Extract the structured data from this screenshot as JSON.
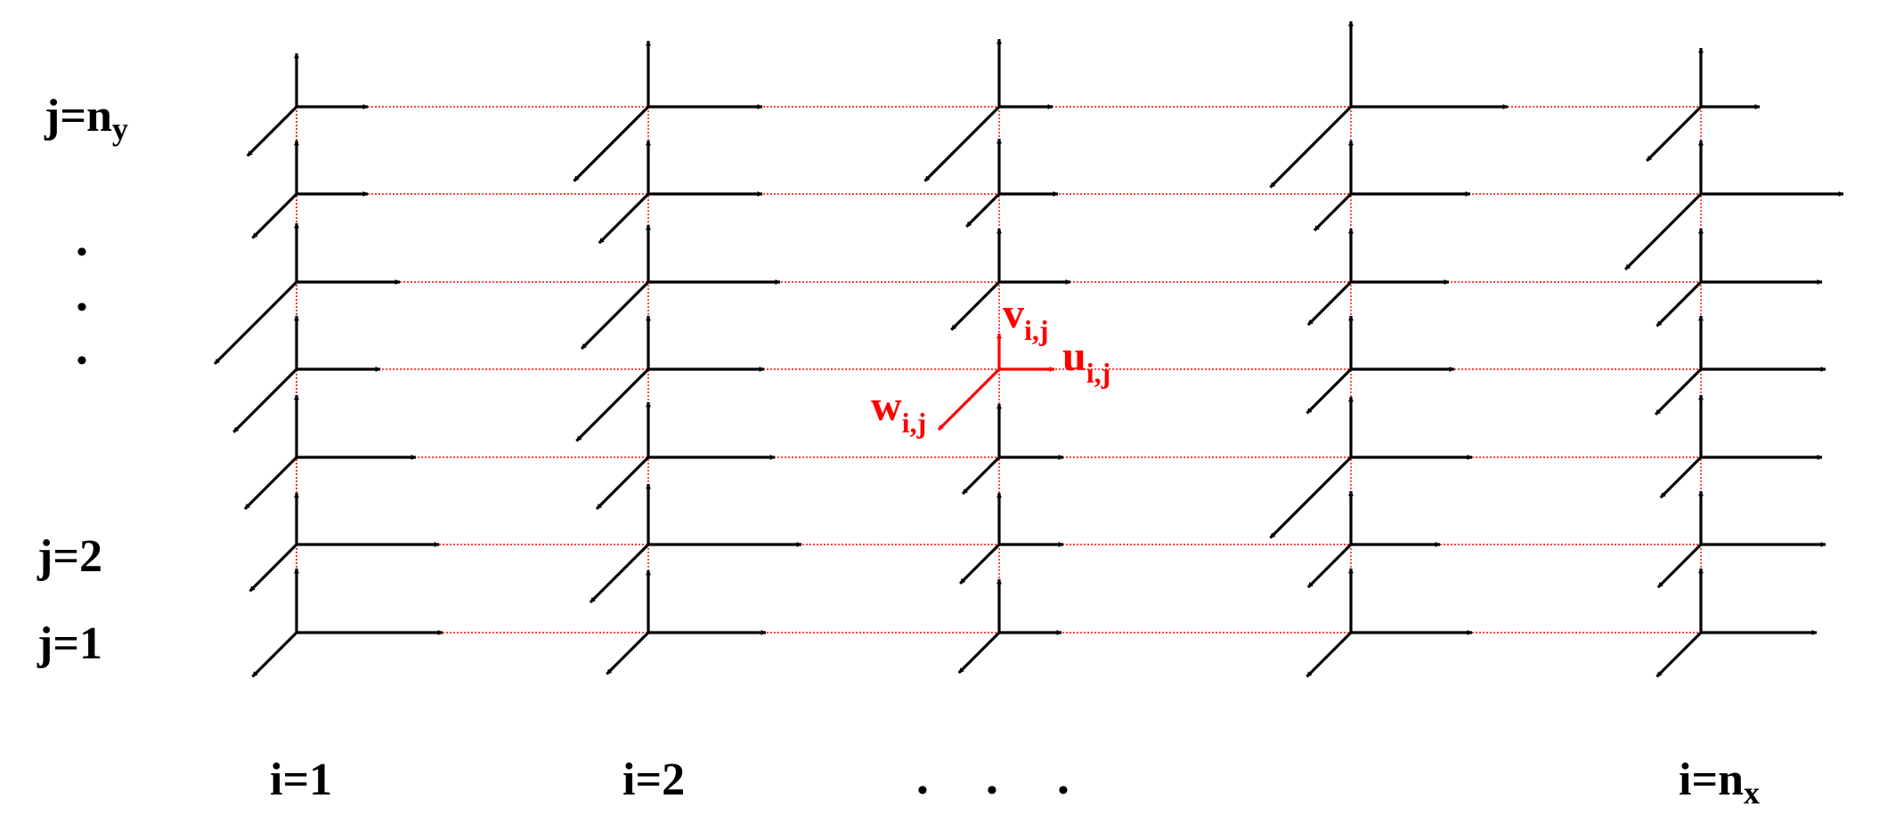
{
  "diagram": {
    "colors": {
      "grid_line": "#ff0000",
      "arrow": "#000000",
      "highlight": "#ff0000",
      "text": "#000000",
      "background": "#ffffff"
    },
    "row_labels": [
      {
        "base": "j=n",
        "sub": "y"
      },
      {
        "base": "j=2",
        "sub": ""
      },
      {
        "base": "j=1",
        "sub": ""
      }
    ],
    "row_ellipsis": "•",
    "col_labels": [
      {
        "base": "i=1",
        "sub": ""
      },
      {
        "base": "i=2",
        "sub": ""
      },
      {
        "base": "i=n",
        "sub": "x"
      }
    ],
    "col_ellipsis": "•",
    "highlight_labels": {
      "u": {
        "base": "u",
        "sub": "i,j"
      },
      "v": {
        "base": "v",
        "sub": "i,j"
      },
      "w": {
        "base": "w",
        "sub": "i,j"
      }
    }
  }
}
